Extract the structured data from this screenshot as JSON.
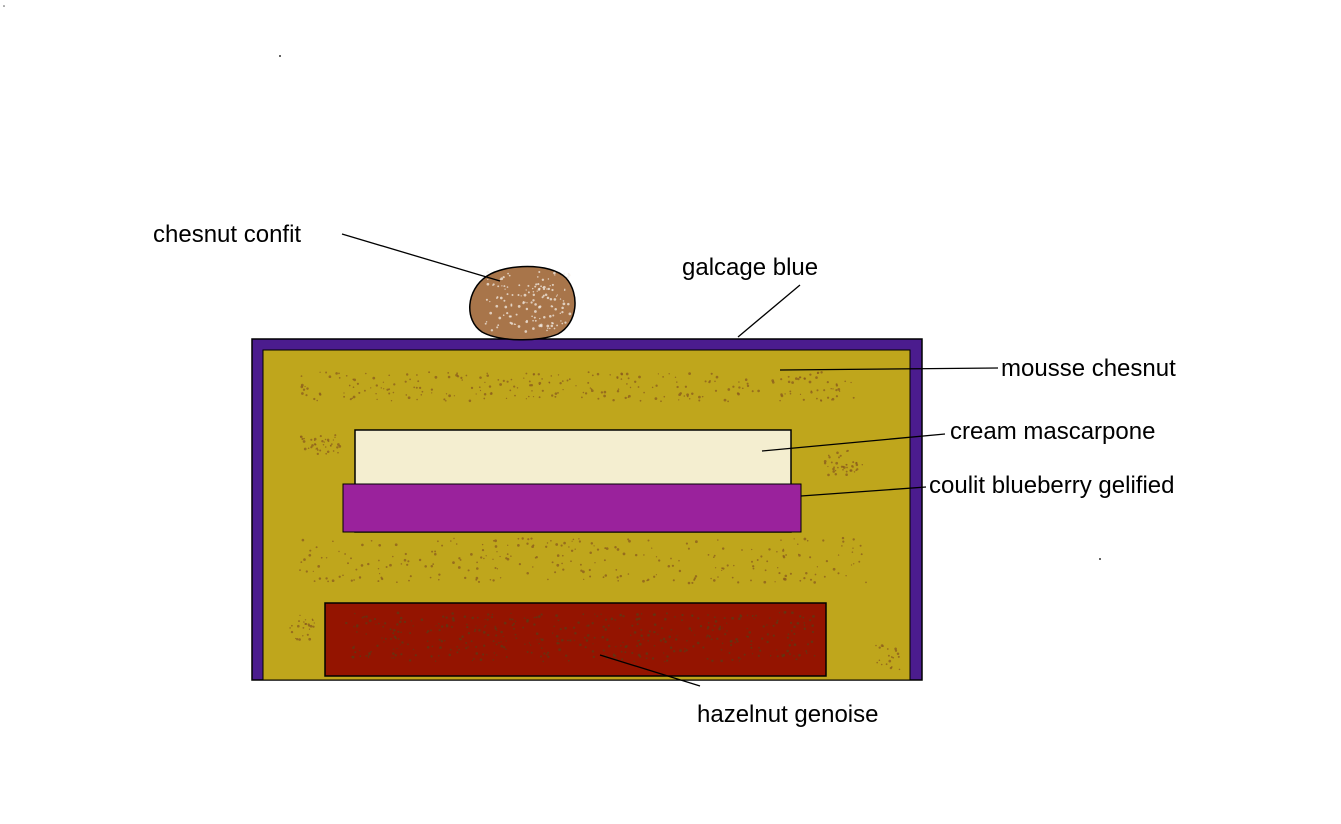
{
  "labels": {
    "chesnut_confit": "chesnut confit",
    "glacage": "galcage blue",
    "mousse": "mousse chesnut",
    "cream": "cream mascarpone",
    "coulis": "coulit blueberry gelified",
    "genoise": "hazelnut genoise"
  },
  "colors": {
    "glacage": "#4b1c8e",
    "mousse": "#bfa61c",
    "mousse_speckle": "#8a5a1e",
    "cream": "#f4eed0",
    "coulis": "#9a229c",
    "genoise": "#941400",
    "genoise_speckle": "#5c3a14",
    "confit": "#a8754a",
    "confit_speckle": "#f3ece4"
  }
}
